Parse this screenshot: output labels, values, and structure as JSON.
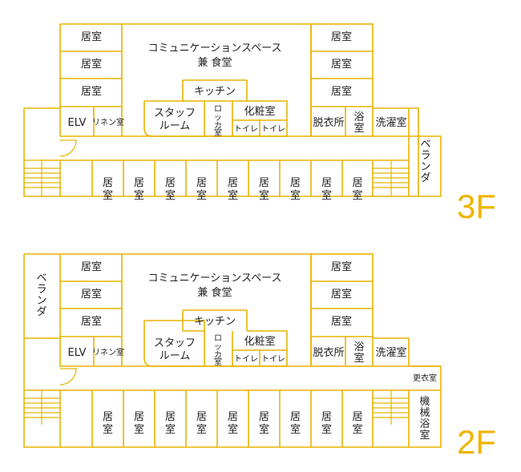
{
  "accent_color": "#e8b400",
  "floor_3f": {
    "label": "3F",
    "community": [
      "コミュニケーションスペース",
      "兼 食堂"
    ],
    "kitchen": "キッチン",
    "staff": [
      "スタッフ",
      "ルーム"
    ],
    "locker": [
      "ロ",
      "ッ",
      "カ",
      "室"
    ],
    "powder": "化粧室",
    "toilet_left": "トイレ",
    "toilet_right": "トイレ",
    "left_rooms": [
      "居室",
      "居室",
      "居室"
    ],
    "right_rooms": [
      "居室",
      "居室",
      "居室"
    ],
    "elv": "ELV",
    "linen": "リネン室",
    "dressing": "脱衣所",
    "bath": [
      "浴",
      "室"
    ],
    "laundry": "洗濯室",
    "veranda": [
      "ベ",
      "ラ",
      "ン",
      "ダ"
    ],
    "bottom_rooms": [
      "居室",
      "居室",
      "居室",
      "居室",
      "居室",
      "居室",
      "居室",
      "居室",
      "居室"
    ]
  },
  "floor_2f": {
    "label": "2F",
    "community": [
      "コミュニケーションスペース",
      "兼 食堂"
    ],
    "kitchen": "キッチン",
    "staff": [
      "スタッフ",
      "ルーム"
    ],
    "locker": [
      "ロ",
      "ッ",
      "カ",
      "室"
    ],
    "powder": "化粧室",
    "toilet_left": "トイレ",
    "toilet_right": "トイレ",
    "left_rooms": [
      "居室",
      "居室",
      "居室"
    ],
    "right_rooms": [
      "居室",
      "居室",
      "居室"
    ],
    "elv": "ELV",
    "linen": "リネン室",
    "dressing": "脱衣所",
    "bath": [
      "浴",
      "室"
    ],
    "laundry": "洗濯室",
    "veranda": [
      "ベ",
      "ラ",
      "ン",
      "ダ"
    ],
    "changing": "更衣室",
    "machine_bath": [
      "機",
      "械",
      "浴",
      "室"
    ],
    "bottom_rooms": [
      "居室",
      "居室",
      "居室",
      "居室",
      "居室",
      "居室",
      "居室",
      "居室",
      "居室"
    ]
  }
}
